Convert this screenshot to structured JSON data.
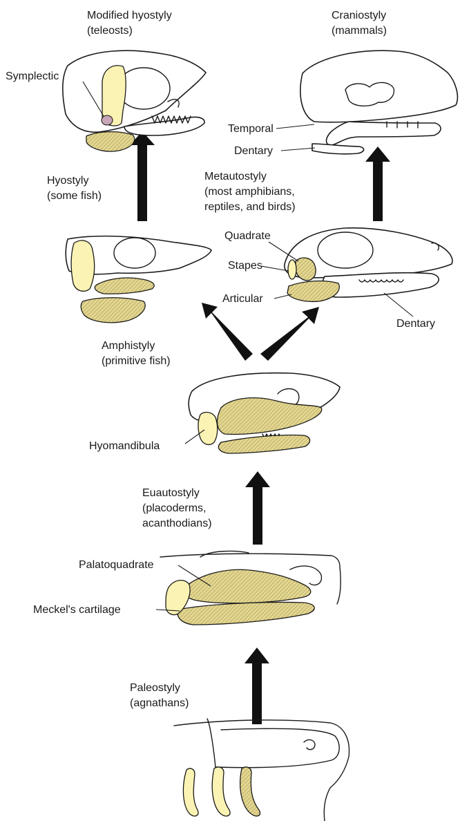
{
  "diagram": {
    "colors": {
      "cartilage_fill": "#fbf3b4",
      "bone_fill": "#e3d690",
      "ink": "#1a1a1a",
      "arrow": "#111111"
    },
    "stages": {
      "modified_hyostyly": {
        "line1": "Modified hyostyly",
        "line2": "(teleosts)"
      },
      "craniostyly": {
        "line1": "Craniostyly",
        "line2": "(mammals)"
      },
      "hyostyly": {
        "line1": "Hyostyly",
        "line2": "(some fish)"
      },
      "metautostyly": {
        "line1": "Metautostyly",
        "line2": "(most amphibians,",
        "line3": "reptiles, and birds)"
      },
      "amphistyly": {
        "line1": "Amphistyly",
        "line2": "(primitive fish)"
      },
      "euautostyly": {
        "line1": "Euautostyly",
        "line2": "(placoderms,",
        "line3": "acanthodians)"
      },
      "paleostyly": {
        "line1": "Paleostyly",
        "line2": "(agnathans)"
      }
    },
    "parts": {
      "symplectic": "Symplectic",
      "temporal": "Temporal",
      "dentary_mammal": "Dentary",
      "quadrate": "Quadrate",
      "stapes": "Stapes",
      "articular": "Articular",
      "dentary_reptile": "Dentary",
      "hyomandibula": "Hyomandibula",
      "palatoquadrate": "Palatoquadrate",
      "meckels_cartilage": "Meckel's cartilage"
    }
  }
}
